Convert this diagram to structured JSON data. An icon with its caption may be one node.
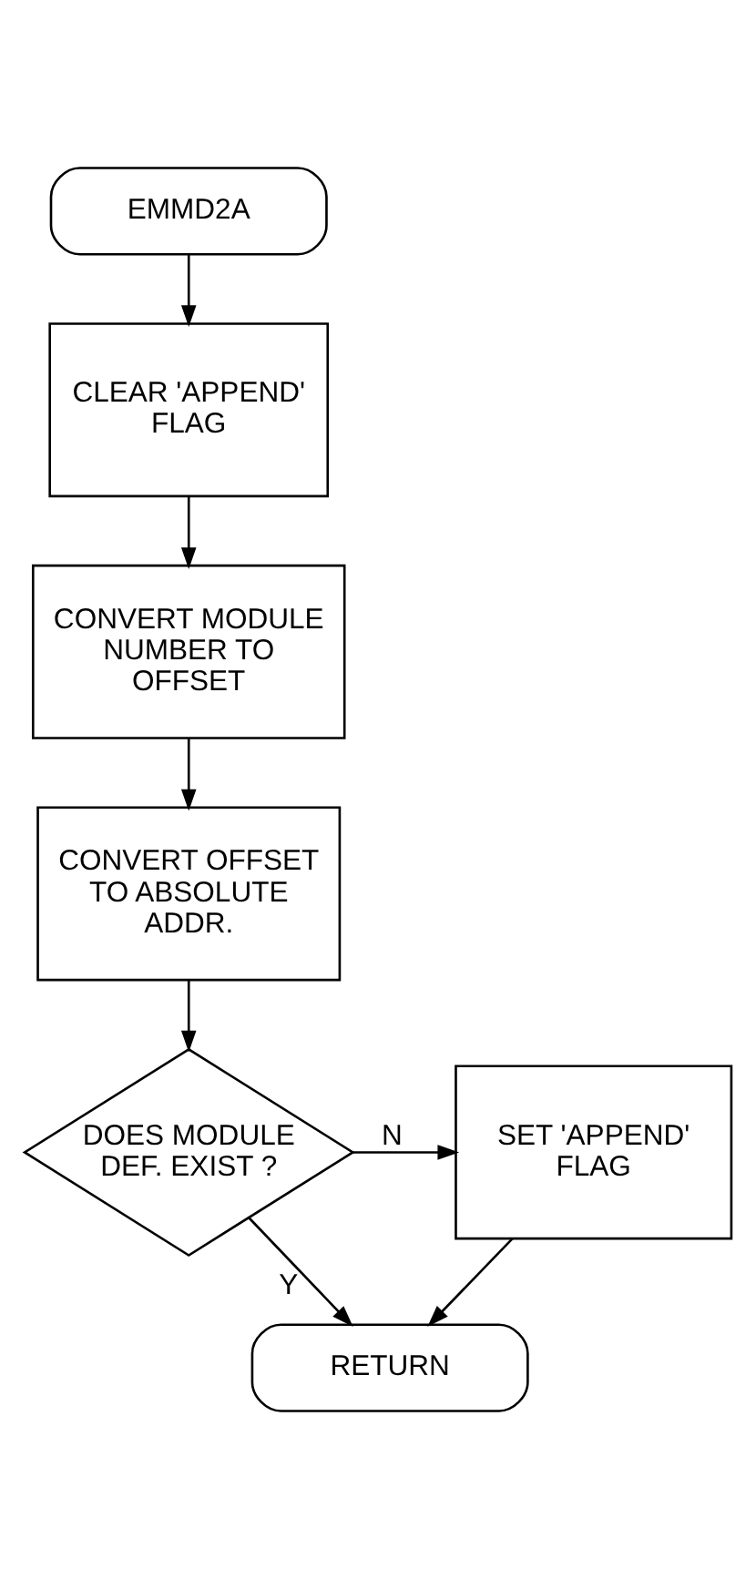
{
  "diagram": {
    "nodes": [
      {
        "text": [
          "EMMD2A"
        ]
      },
      {
        "text": [
          "CLEAR 'APPEND' FLAG"
        ]
      },
      {
        "text": [
          "CONVERT MODULE NUMBER TO OFFSET"
        ]
      },
      {
        "text": [
          "CONVERT OFFSET TO ABSOLUTE ADDR."
        ]
      },
      {
        "text": [
          "DOES MODULE DEF. EXIST ?"
        ]
      },
      {
        "text": [
          "SET 'APPEND' FLAG"
        ]
      },
      {
        "text": [
          "RETURN"
        ]
      }
    ],
    "edges": [
      {
        "from": 0,
        "to": 1,
        "arrow": "to"
      },
      {
        "from": 1,
        "to": 2,
        "arrow": "to"
      },
      {
        "from": 2,
        "to": 3,
        "arrow": "to"
      },
      {
        "from": 3,
        "to": 4,
        "arrow": "to"
      },
      {
        "from": 4,
        "to": 5,
        "arrow": "to",
        "label": "N"
      },
      {
        "from": 4,
        "to": 6,
        "arrow": "to",
        "label": "Y"
      },
      {
        "from": 5,
        "to": 6,
        "arrow": "to"
      }
    ]
  }
}
